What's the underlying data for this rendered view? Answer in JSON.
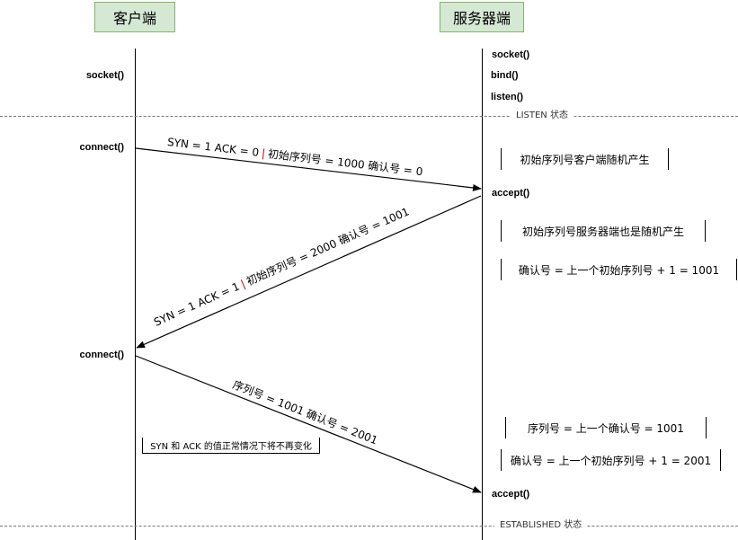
{
  "actors": {
    "client": "客户端",
    "server": "服务器端"
  },
  "states": {
    "listen": "LISTEN 状态",
    "established": "ESTABLISHED 状态"
  },
  "client_calls": {
    "socket": "socket()",
    "connect1": "connect()",
    "connect2": "connect()"
  },
  "server_calls": {
    "socket": "socket()",
    "bind": "bind()",
    "listen": "listen()",
    "accept1": "accept()",
    "accept2": "accept()"
  },
  "messages": {
    "m1": {
      "a": "SYN = 1  ACK = 0",
      "sep": "|",
      "b": "初始序列号 = 1000   确认号 = 0"
    },
    "m2": {
      "a": "SYN = 1  ACK = 1",
      "sep": "|",
      "b": "初始序列号 = 2000  确认号 = 1001"
    },
    "m3": {
      "text": "序列号 = 1001   确认号 = 2001"
    }
  },
  "notes": {
    "n1": "初始序列号客户端随机产生",
    "n2": "初始序列号服务器端也是随机产生",
    "n3": "确认号 = 上一个初始序列号 + 1 = 1001",
    "n4": "序列号 = 上一个确认号 = 1001",
    "n5": "确认号 = 上一个初始序列号 + 1 = 2001",
    "n6": "SYN 和 ACK 的值正常情况下将不再变化"
  }
}
